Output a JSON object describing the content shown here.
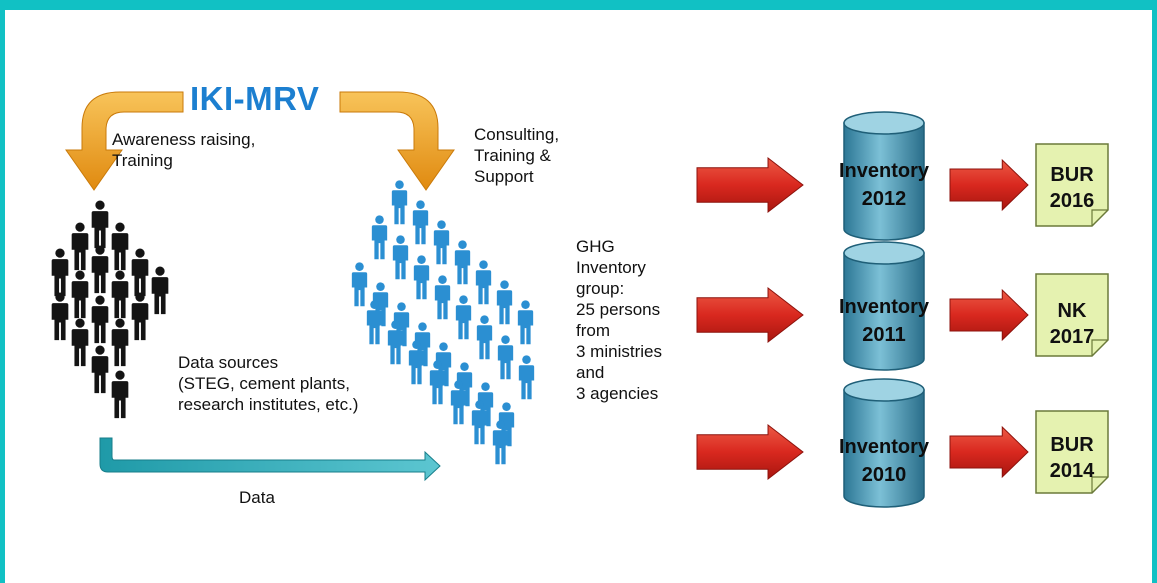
{
  "title": "IKI-MRV",
  "labels": {
    "awareness": "Awareness raising,\nTraining",
    "consulting": "Consulting,\nTraining &\nSupport",
    "sources": "Data sources\n(STEG, cement plants,\nresearch institutes, etc.)",
    "data": "Data",
    "ghg_group": "GHG\nInventory\ngroup:\n25 persons\nfrom\n3 ministries\nand\n3 agencies"
  },
  "inventories": [
    {
      "label": "Inventory\n2012",
      "report": "BUR\n2016"
    },
    {
      "label": "Inventory\n2011",
      "report": "NK\n2017"
    },
    {
      "label": "Inventory\n2010",
      "report": "BUR\n2014"
    }
  ],
  "colors": {
    "frame": "#11c1c4",
    "brand": "#1c7fd0",
    "orange_arrow": "#f2a51e",
    "red_arrow": "#d9281f",
    "people_black": "#141414",
    "people_blue": "#2b8fd2",
    "cylinder": "#3a8fad",
    "document": "#e5f2b0"
  },
  "icons": [
    "person-icon",
    "database-cylinder-icon",
    "document-icon",
    "arrow-right-icon",
    "curved-arrow-icon"
  ]
}
